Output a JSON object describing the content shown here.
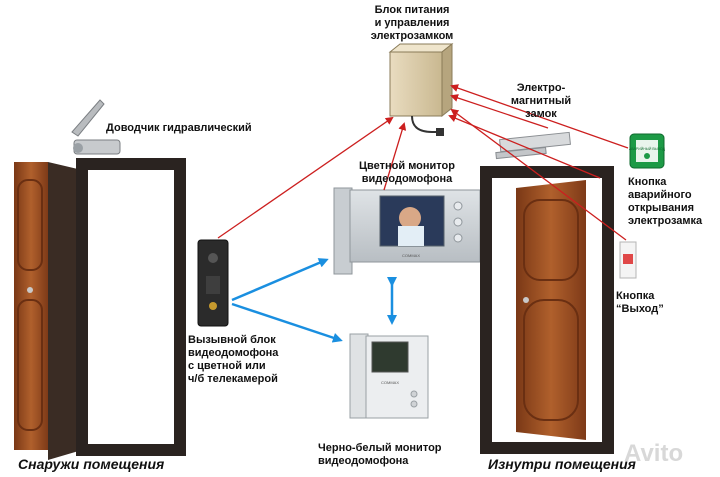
{
  "labels": {
    "power_unit": "Блок питания\nи управления\nэлектрозамком",
    "door_closer": "Доводчик гидравлический",
    "mag_lock": "Электро-\nмагнитный\nзамок",
    "emergency_button": "Кнопка\nаварийного\nоткрывания\nэлектрозамка",
    "color_monitor": "Цветной монитор\nвидеодомофона",
    "call_panel": "Вызывной блок\nвидеодомофона\nс цветной или\nч/б телекамерой",
    "exit_button": "Кнопка\n“Выход”",
    "bw_monitor": "Черно-белый монитор\nвидеодомофона"
  },
  "captions": {
    "outside": "Снаружи помещения",
    "inside": "Изнутри помещения"
  },
  "device_text": {
    "monitor_brand": "COMMAX",
    "emergency_plate": "АВАРИЙНЫЙ ВЫХОД"
  },
  "watermark": "Avito",
  "colors": {
    "red_wire": "#cc1f1f",
    "blue_link": "#1a8fe0",
    "door_wood": "#9a4e22",
    "door_frame": "#2a2320",
    "emergency_green": "#1d9a46"
  }
}
